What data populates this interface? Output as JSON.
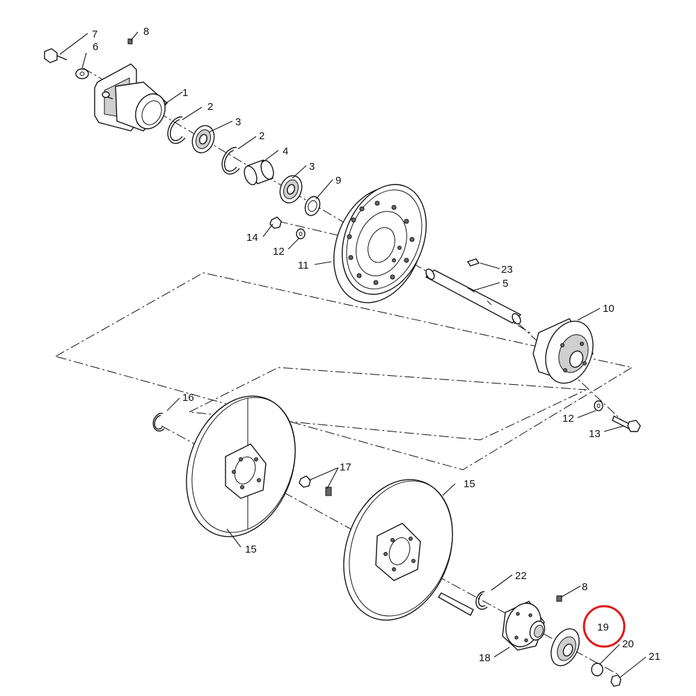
{
  "callouts": {
    "c1": "1",
    "c2a": "2",
    "c2b": "2",
    "c3a": "3",
    "c3b": "3",
    "c4": "4",
    "c5": "5",
    "c6": "6",
    "c7": "7",
    "c8a": "8",
    "c8b": "8",
    "c9": "9",
    "c10": "10",
    "c11": "11",
    "c12a": "12",
    "c12b": "12",
    "c13": "13",
    "c14": "14",
    "c15a": "15",
    "c15b": "15",
    "c16": "16",
    "c17": "17",
    "c18": "18",
    "c19": "19",
    "c20": "20",
    "c21": "21",
    "c22": "22",
    "c23": "23"
  },
  "highlight": {
    "callout": "19",
    "color": "#e01818"
  },
  "colors": {
    "line": "#111111",
    "shade": "#cfcfcf",
    "background": "#ffffff"
  }
}
